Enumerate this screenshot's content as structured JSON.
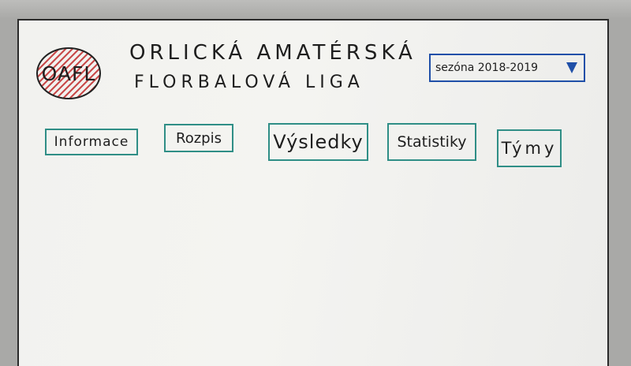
{
  "logo": {
    "text": "OAFL",
    "fill_color": "#c94b4b"
  },
  "header": {
    "title_line1": "ORLICKÁ AMATÉRSKÁ",
    "title_line2": "FLORBALOVÁ LIGA"
  },
  "season": {
    "label": "sezóna 2018-2019",
    "icon": "triangle-down-icon",
    "accent_color": "#1f4fa8"
  },
  "nav": {
    "border_color": "#2f8e86",
    "items": [
      {
        "label": "Informace"
      },
      {
        "label": "Rozpis"
      },
      {
        "label": "Výsledky"
      },
      {
        "label": "Statistiky"
      },
      {
        "label": "Týmy"
      }
    ]
  }
}
